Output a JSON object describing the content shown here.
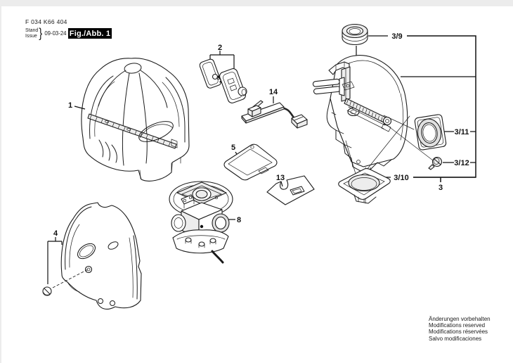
{
  "header": {
    "part_number": "F 034 K66 404",
    "stand_label": "Stand",
    "issue_label": "Issue",
    "brace": "}",
    "date": "09-03-24",
    "figure_label": "Fig./Abb. 1"
  },
  "callouts": {
    "c1": "1",
    "c2": "2",
    "c14": "14",
    "c5": "5",
    "c13": "13",
    "c8": "8",
    "c4": "4",
    "c3_9": "3/9",
    "c3_11": "3/11",
    "c3_12": "3/12",
    "c3_10": "3/10",
    "c3": "3"
  },
  "footer": {
    "line1": "Änderungen vorbehalten",
    "line2": "Modifications reserved",
    "line3": "Modifications réservées",
    "line4": "Salvo modificaciones"
  },
  "colors": {
    "ink": "#1a1a1a",
    "paper": "#ffffff",
    "fig_box_bg": "#000000",
    "fig_box_text": "#ffffff",
    "shade_light": "#ededed",
    "shade_mid": "#e0e0e0"
  }
}
